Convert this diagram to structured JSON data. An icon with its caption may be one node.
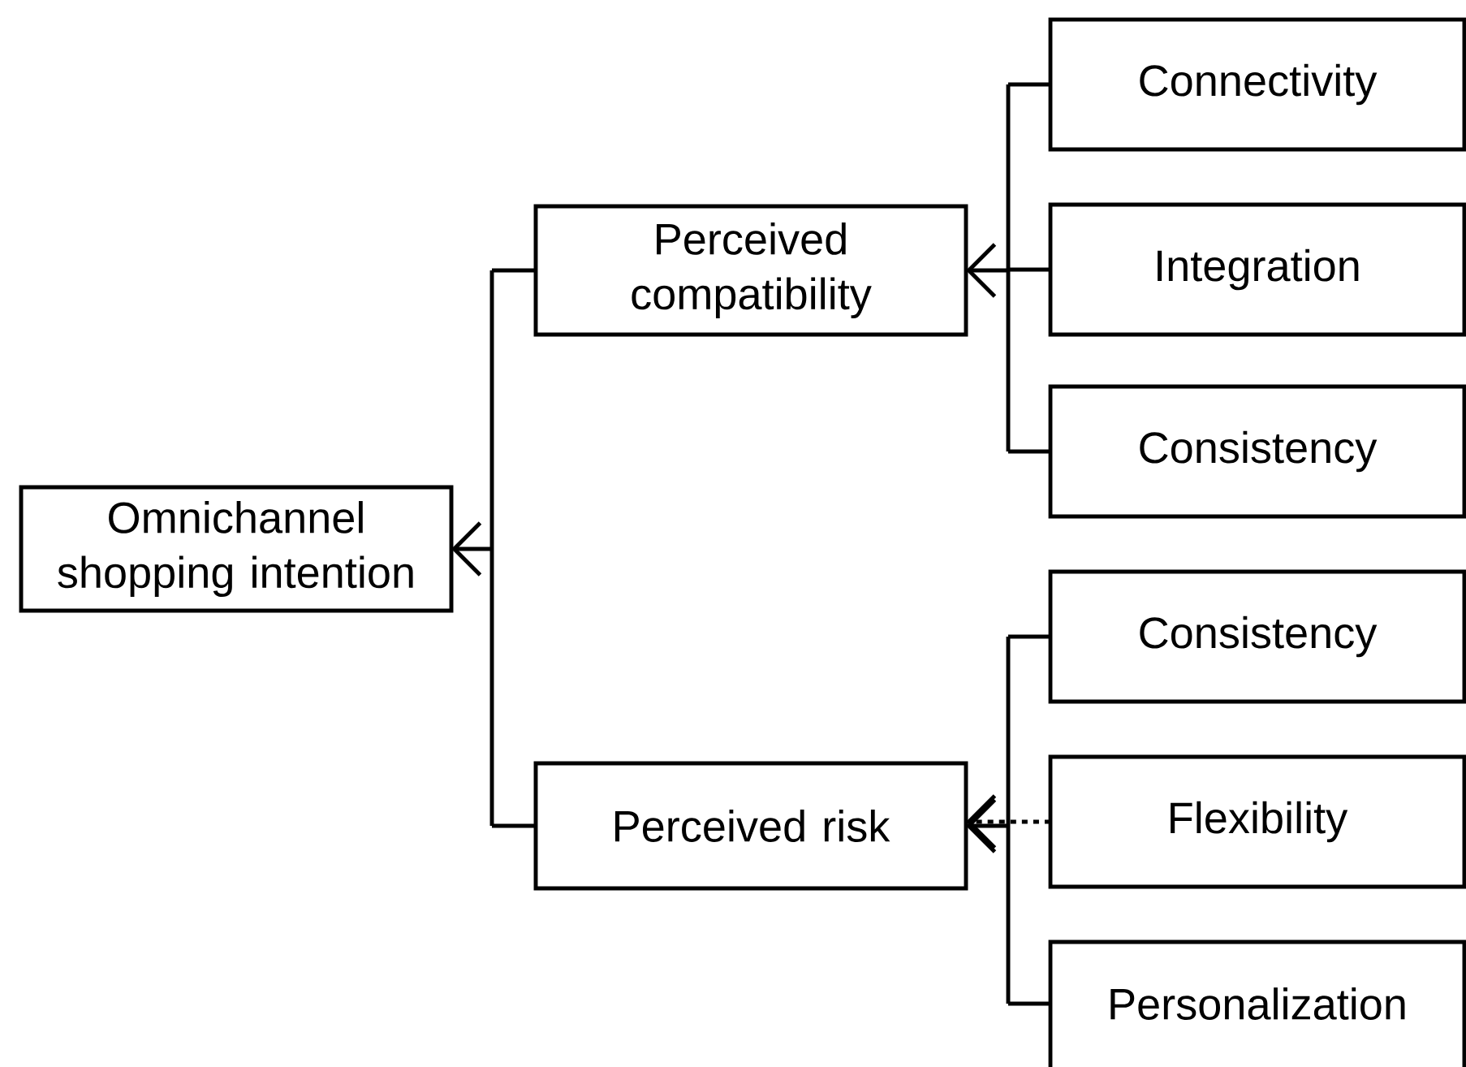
{
  "diagram": {
    "nodes": [
      {
        "text": [
          "Omnichannel shopping intention"
        ]
      },
      {
        "text": [
          "Perceived compatibility"
        ]
      },
      {
        "text": [
          "Perceived risk"
        ]
      },
      {
        "text": [
          "Connectivity"
        ]
      },
      {
        "text": [
          "Integration"
        ]
      },
      {
        "text": [
          "Consistency"
        ]
      },
      {
        "text": [
          "Consistency"
        ]
      },
      {
        "text": [
          "Flexibility"
        ]
      },
      {
        "text": [
          "Personalization"
        ]
      }
    ],
    "edges": [
      {
        "from": 1,
        "to": 0,
        "arrow": "to"
      },
      {
        "from": 2,
        "to": 0,
        "arrow": "to"
      },
      {
        "from": 3,
        "to": 1,
        "arrow": "to"
      },
      {
        "from": 4,
        "to": 1,
        "arrow": "to"
      },
      {
        "from": 5,
        "to": 1,
        "arrow": "to"
      },
      {
        "from": 6,
        "to": 2,
        "arrow": "to"
      },
      {
        "from": 7,
        "to": 2,
        "arrow": "to",
        "style": "dashed"
      },
      {
        "from": 8,
        "to": 2,
        "arrow": "to"
      }
    ]
  }
}
